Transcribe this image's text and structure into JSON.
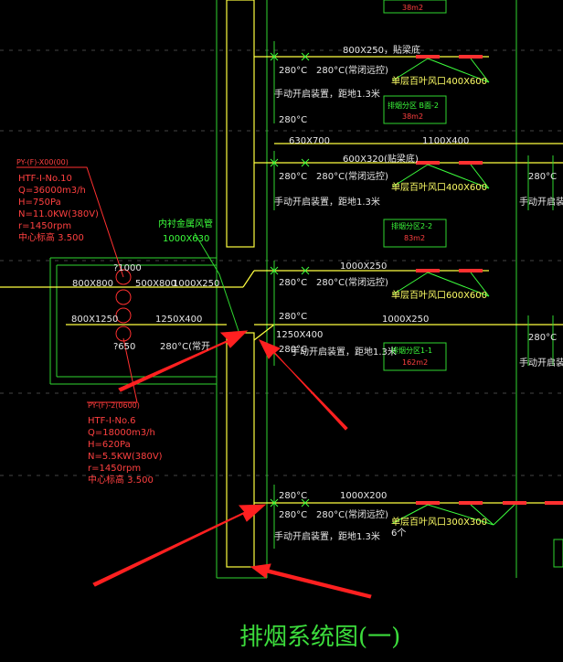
{
  "drawing": {
    "title": "排烟系统图(一)",
    "top_box": "38m2",
    "labels": {
      "duct_800x250": "800X250，貼梁底",
      "temp_280": "280°C",
      "temp_280_normal": "280°C(常闭远控)",
      "manual": "手动开启装置，距地1.3米",
      "louver_400x600": "单层百叶风口400X600",
      "louver_600x600": "单层百叶风口600X600",
      "louver_300x300": "单层百叶风口300X300",
      "room_b1": "排烟分区 B面-2",
      "room_b1_area": "38m2",
      "duct_630x700": "630X700",
      "duct_1100x400": "1100X400",
      "duct_600x320": "600X320(贴梁底)",
      "room_b2": "排烟分区2-2",
      "room_b2_area": "83m2",
      "shaft_label": "内衬金属风管",
      "shaft_size": "1000X630",
      "duct_1000x250": "1000X250",
      "dim_1000": "?1000",
      "dim_800x800": "800X800",
      "dim_500x800": "500X800",
      "dim_1000x250b": "1000X250",
      "dim_800x1250": "800X1250",
      "dim_1250x400": "1250X400",
      "dim_1250x400b": "1250X400",
      "dim_650": "?650",
      "temp_280_pipe": "280°C(常开",
      "duct_1000x250c": "1000X250",
      "room_b3": "排烟分区1-1",
      "room_b3_area": "162m2",
      "duct_1000x200": "1000X200",
      "count_6": "6个",
      "right_280": "280°C",
      "right_manual": "手动开启装置"
    },
    "fan1": {
      "tag": "PY-(F)-X00(00)",
      "model": "HTF-I-No.10",
      "flow": "Q=36000m3/h",
      "pressure": "H=750Pa",
      "power": "N=11.0KW(380V)",
      "speed": "r=1450rpm",
      "elev": "中心标高 3.500"
    },
    "fan2": {
      "tag": "PY-(F)-2(0600)",
      "model": "HTF-I-No.6",
      "flow": "Q=18000m3/h",
      "pressure": "H=620Pa",
      "power": "N=5.5KW(380V)",
      "speed": "r=1450rpm",
      "elev": "中心标高 3.500"
    }
  }
}
